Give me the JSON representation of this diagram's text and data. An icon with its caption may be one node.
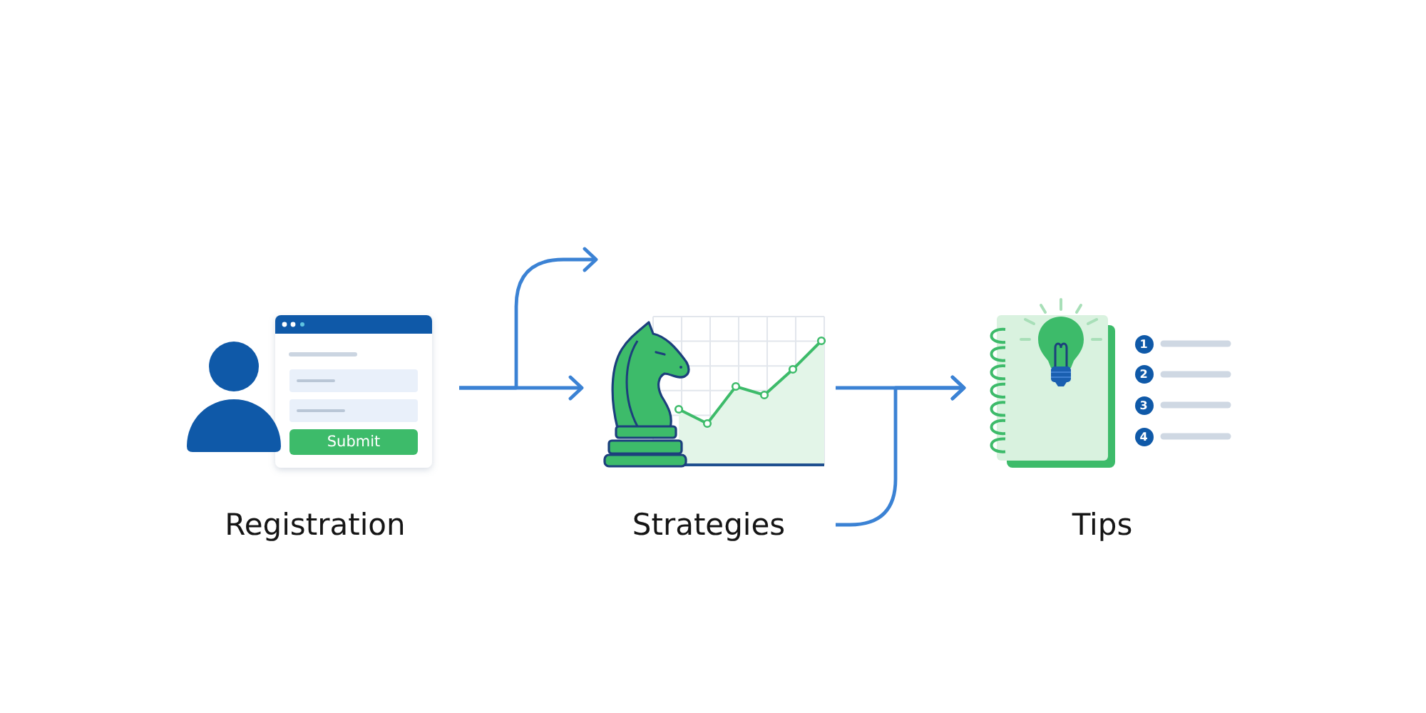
{
  "diagram": {
    "nodes": [
      {
        "text": [
          "Registration"
        ]
      },
      {
        "text": [
          "Strategies"
        ]
      },
      {
        "text": [
          "Tips"
        ]
      }
    ],
    "edges": [
      {
        "from": 0,
        "to": 1,
        "arrow": "to"
      },
      {
        "from": 0,
        "to": null,
        "arrow": "to"
      },
      {
        "from": 1,
        "to": 2,
        "arrow": "to"
      },
      {
        "from": 1,
        "to": 2,
        "arrow": "to"
      }
    ],
    "labels": [
      "Submit",
      "1",
      "2",
      "3",
      "4"
    ]
  }
}
